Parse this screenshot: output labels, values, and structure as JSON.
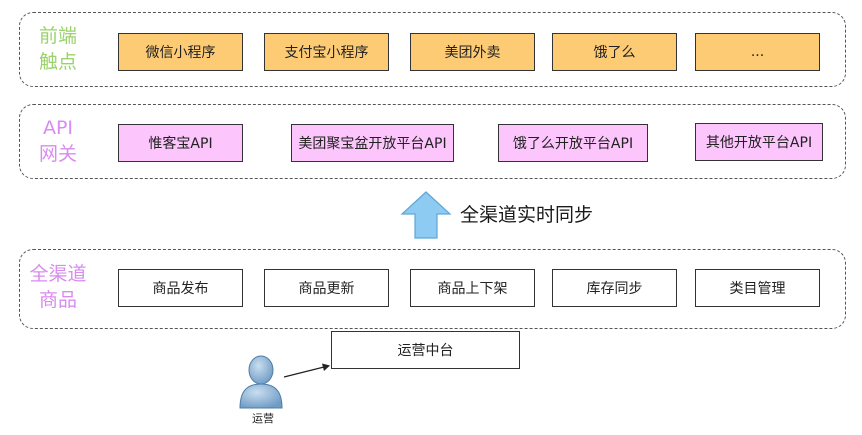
{
  "lanes": {
    "frontend": {
      "label": [
        "前端",
        "触点"
      ],
      "color": "#9bd36a",
      "boxes": [
        "微信小程序",
        "支付宝小程序",
        "美团外卖",
        "饿了么",
        "..."
      ]
    },
    "api": {
      "label": [
        "API",
        "网关"
      ],
      "color": "#d98bf0",
      "boxes": [
        "惟客宝API",
        "美团聚宝盆开放平台API",
        "饿了么开放平台API",
        "其他开放平台API"
      ]
    },
    "products": {
      "label": [
        "全渠道",
        "商品"
      ],
      "color": "#d98bf0",
      "boxes": [
        "商品发布",
        "商品更新",
        "商品上下架",
        "库存同步",
        "类目管理"
      ]
    }
  },
  "sync": {
    "label": "全渠道实时同步",
    "arrow_color": "#8ecbf2"
  },
  "ops": {
    "platform": "运营中台",
    "user": "运营",
    "user_color": "#8ab4d8"
  }
}
